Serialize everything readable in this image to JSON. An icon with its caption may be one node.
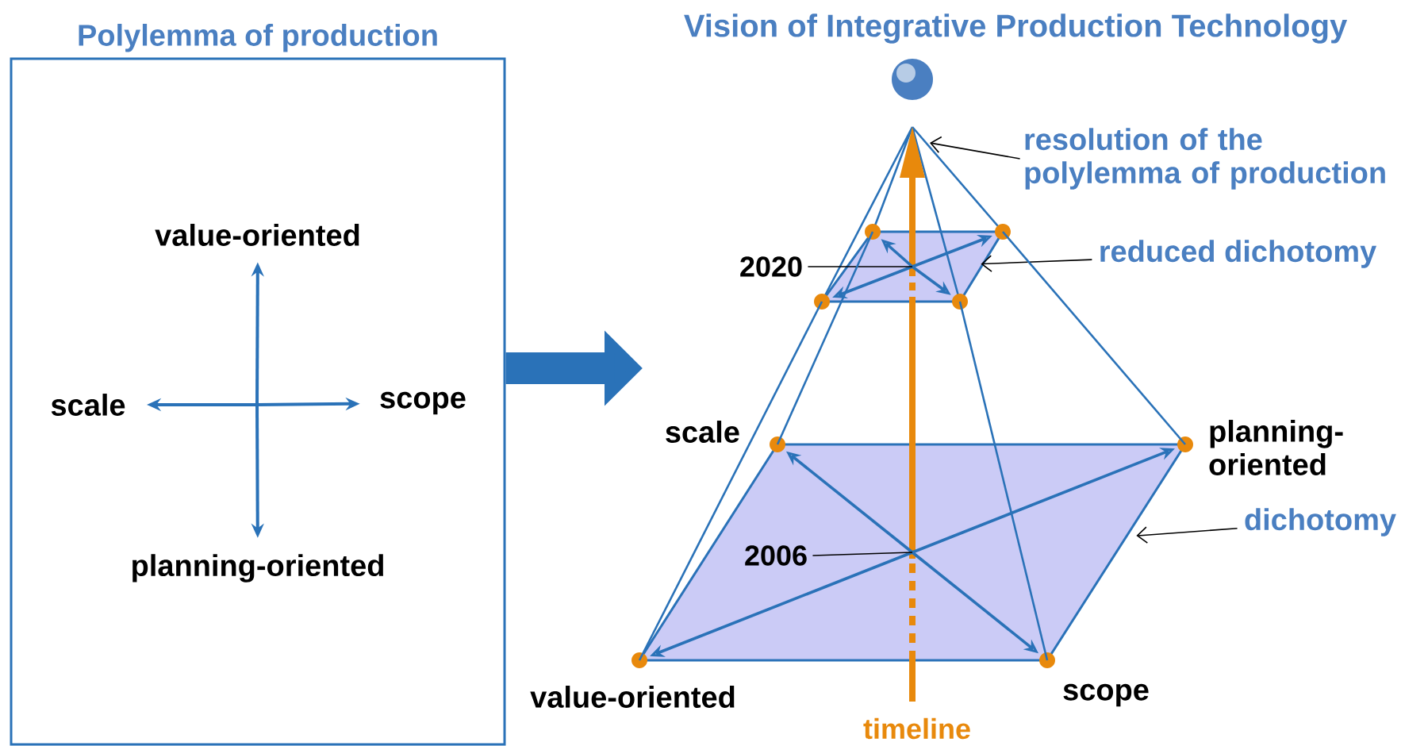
{
  "diagram": {
    "nodes": [
      {
        "text": [
          "Polylemma of production"
        ]
      },
      {
        "text": [
          "value-oriented"
        ],
        "in": 0
      },
      {
        "text": [
          "scale"
        ],
        "in": 0
      },
      {
        "text": [
          "scope"
        ],
        "in": 0
      },
      {
        "text": [
          "planning-oriented"
        ],
        "in": 0
      },
      {
        "text": [
          "resolution of the polylemma of production"
        ]
      },
      {
        "text": [
          "reduced dichotomy"
        ]
      },
      {
        "text": [],
        "shape": "parallelogram"
      },
      {
        "text": [
          "dichotomy"
        ]
      },
      {
        "text": [],
        "shape": "parallelogram",
        "beside": [
          "scale",
          "planning-oriented",
          "value-oriented",
          "scope"
        ]
      },
      {
        "text": [
          "2020"
        ]
      },
      {
        "text": [
          "2006"
        ],
        "in": 9
      }
    ],
    "edges": [
      {
        "from": null,
        "to": 1,
        "arrow": "to",
        "color": "#2a72b8"
      },
      {
        "from": null,
        "to": 2,
        "arrow": "to",
        "color": "#2a72b8"
      },
      {
        "from": null,
        "to": 3,
        "arrow": "to",
        "color": "#2a72b8"
      },
      {
        "from": null,
        "to": 4,
        "arrow": "to",
        "color": "#2a72b8"
      },
      {
        "from": 0,
        "to": null,
        "arrow": "to",
        "style": "thick",
        "color": "#2a72b8"
      },
      {
        "from": 5,
        "to": null,
        "arrow": "to",
        "color": "#000000"
      },
      {
        "from": 6,
        "to": 7,
        "arrow": "to",
        "color": "#000000"
      },
      {
        "from": 8,
        "to": 9,
        "arrow": "to",
        "color": "#000000"
      },
      {
        "from": 10,
        "to": 7,
        "arrow": "none",
        "color": "#000000"
      },
      {
        "from": 11,
        "to": 9,
        "arrow": "none",
        "color": "#000000"
      },
      {
        "from": 7,
        "to": 9,
        "arrow": "none",
        "color": "#2a72b8"
      },
      {
        "from": 7,
        "to": 9,
        "arrow": "none",
        "color": "#2a72b8"
      },
      {
        "from": 7,
        "to": 9,
        "arrow": "none",
        "color": "#2a72b8"
      },
      {
        "from": 7,
        "to": 9,
        "arrow": "none",
        "color": "#2a72b8"
      }
    ],
    "labels": [
      "Vision of Integrative Production Technology",
      "timeline"
    ]
  }
}
